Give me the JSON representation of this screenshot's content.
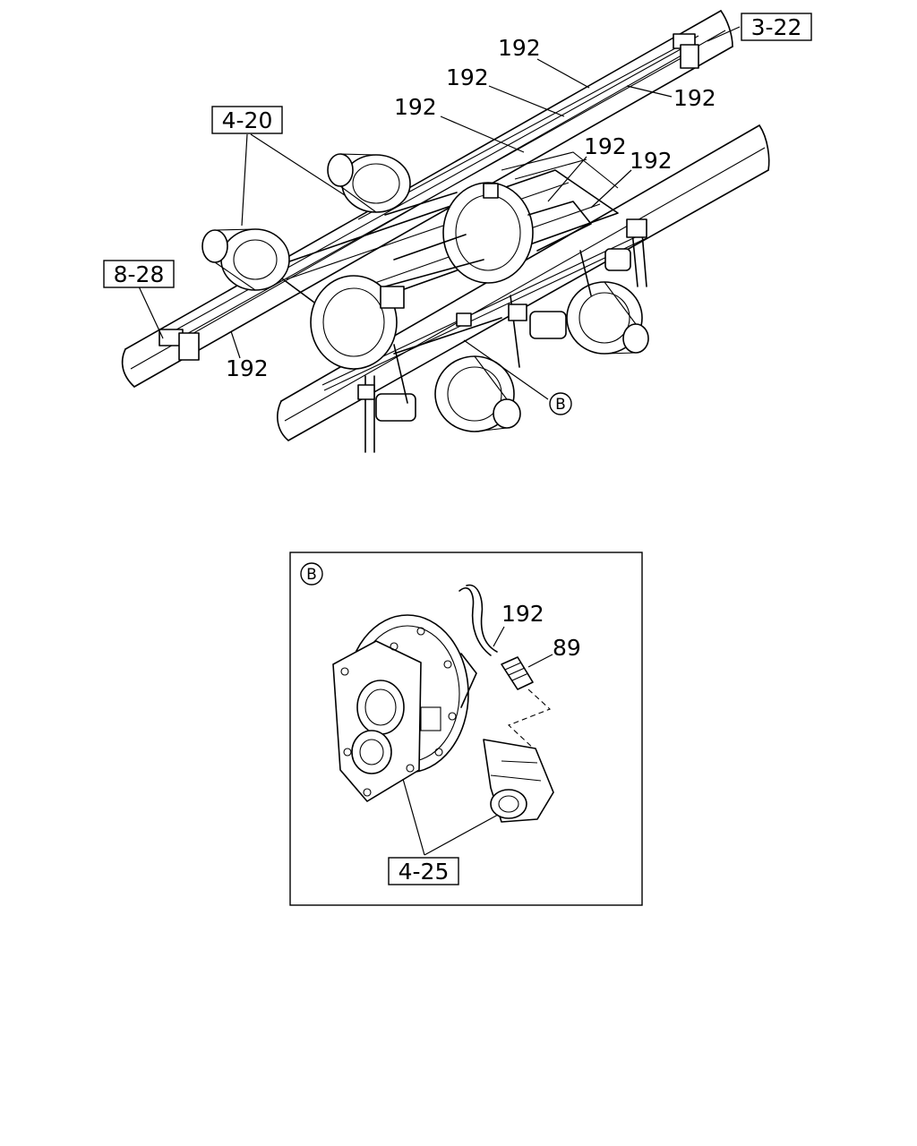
{
  "main_view": {
    "refs": [
      "3-22",
      "4-20",
      "8-28"
    ],
    "part_number": "192",
    "detail_marker": "B"
  },
  "detail_view": {
    "marker": "B",
    "labels": [
      "192",
      "89"
    ],
    "ref": "4-25"
  }
}
